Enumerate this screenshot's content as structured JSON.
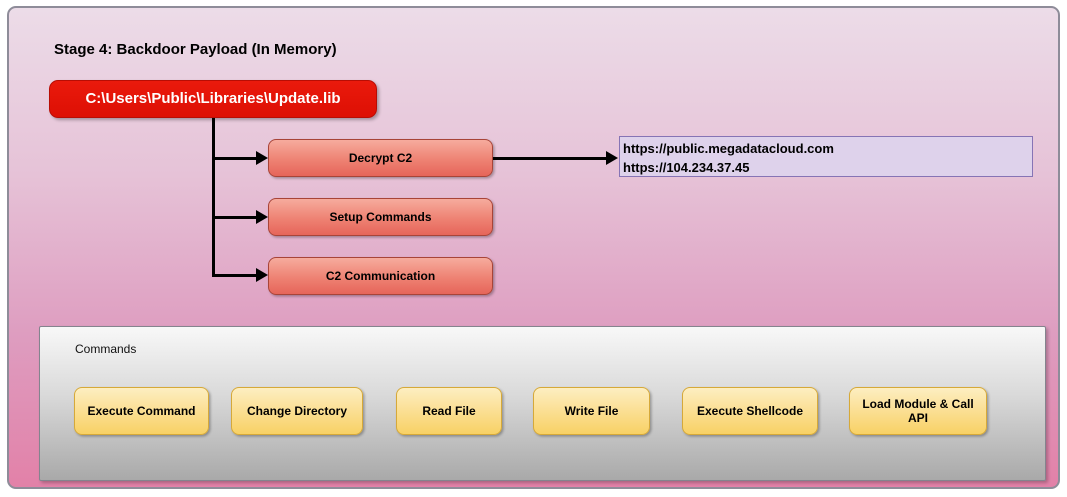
{
  "diagram": {
    "title": "Stage 4: Backdoor Payload (In Memory)",
    "payload_box": {
      "label": "C:\\Users\\Public\\Libraries\\Update.lib"
    },
    "steps": [
      {
        "label": "Decrypt C2"
      },
      {
        "label": "Setup Commands"
      },
      {
        "label": "C2 Communication"
      }
    ],
    "c2_endpoints": {
      "lines": [
        "https://public.megadatacloud.com",
        "https://104.234.37.45"
      ]
    },
    "commands_panel": {
      "label": "Commands",
      "items": [
        {
          "label": "Execute Command"
        },
        {
          "label": "Change Directory"
        },
        {
          "label": "Read File"
        },
        {
          "label": "Write File"
        },
        {
          "label": "Execute Shellcode"
        },
        {
          "label": "Load Module & Call API"
        }
      ]
    },
    "colors": {
      "background_top": "#ecdce8",
      "background_bottom": "#e281a8",
      "payload_red": "#dd0f04",
      "step_fill_top": "#f6ab9d",
      "step_fill_bottom": "#e6655a",
      "step_border": "#a84438",
      "endpoint_fill": "#ded2eb",
      "endpoint_border": "#8674b5",
      "panel_fill_top": "#f8f8f8",
      "panel_fill_bottom": "#a9a9a9",
      "command_fill_top": "#fdeec1",
      "command_fill_bottom": "#f8d165",
      "command_border": "#d6a939",
      "connector": "#000000"
    }
  }
}
